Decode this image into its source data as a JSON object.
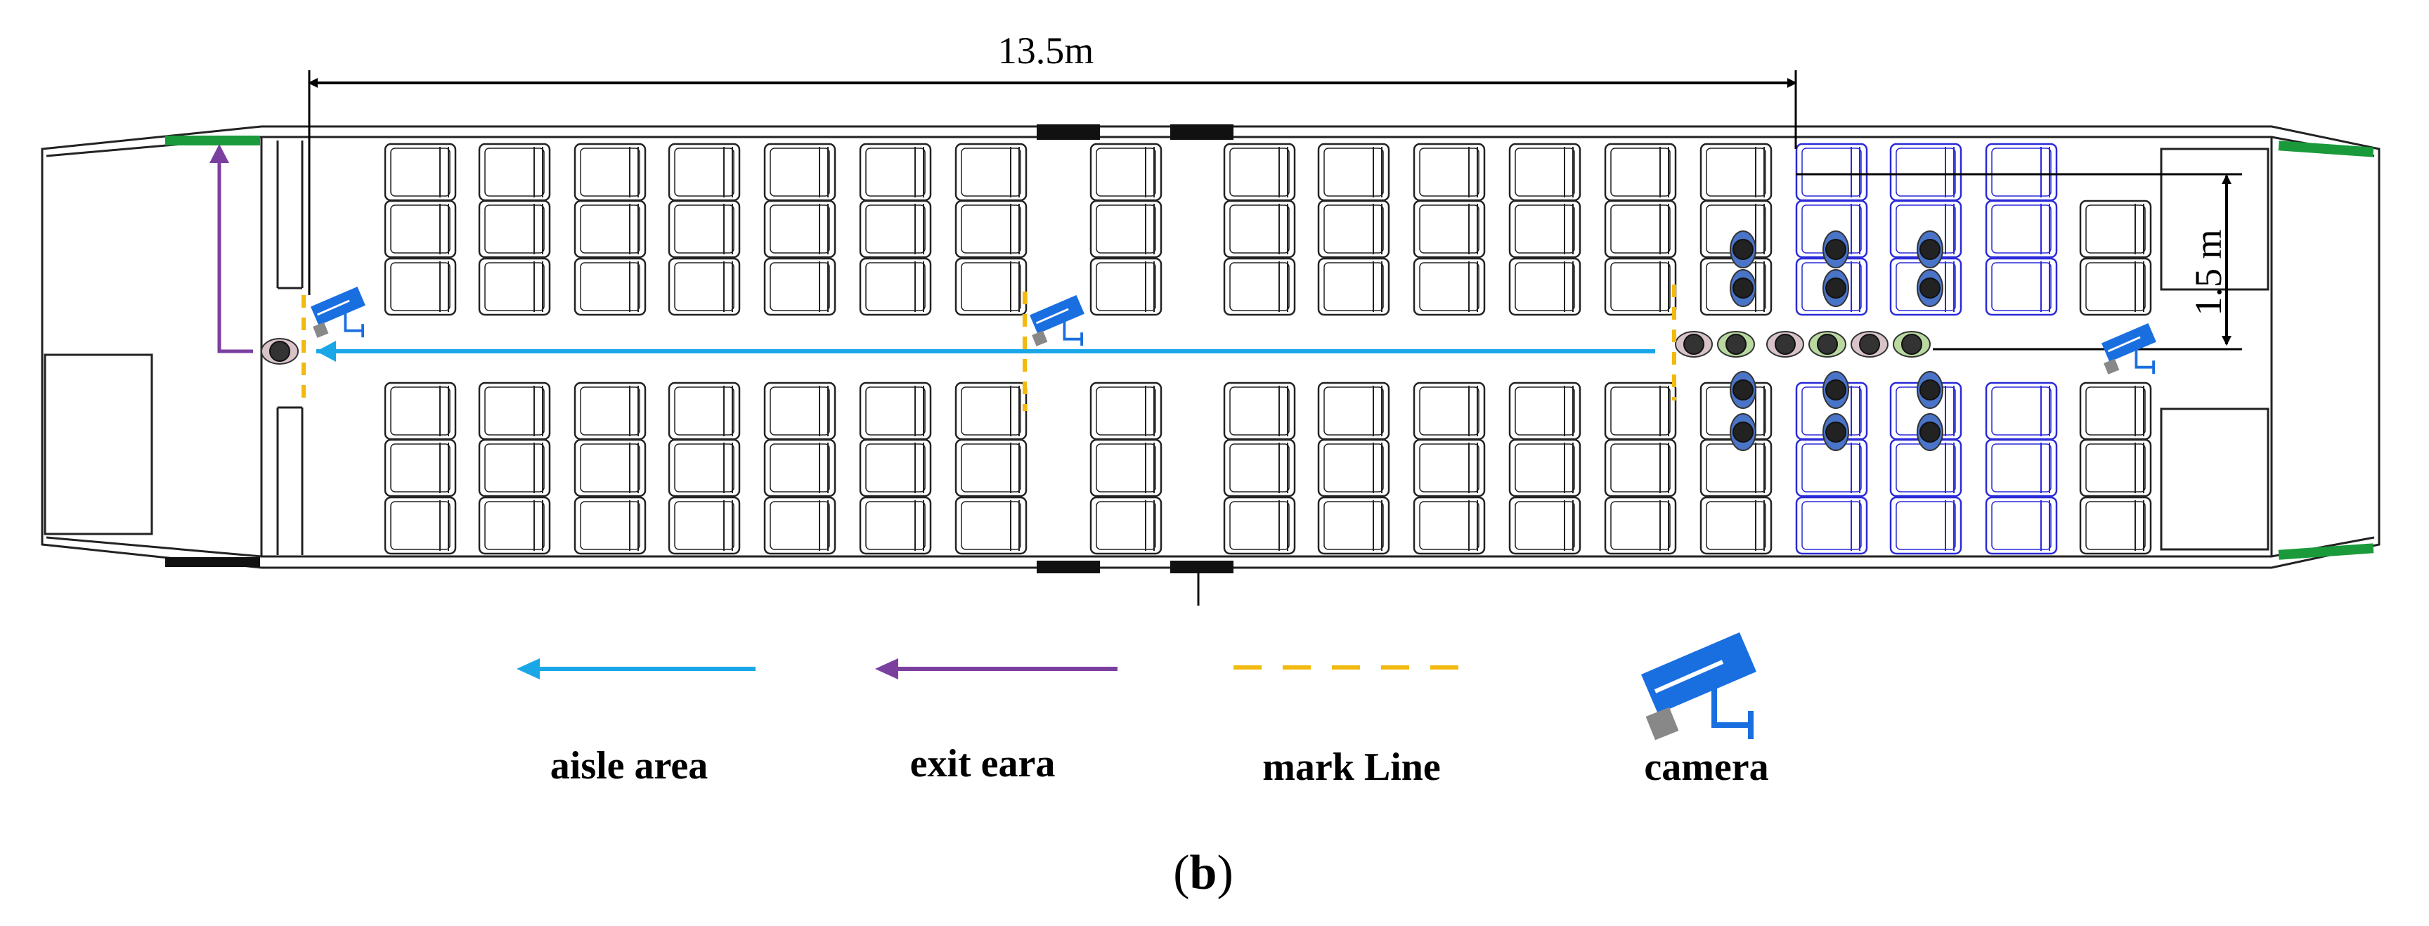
{
  "dimensions": {
    "length_label": "13.5m",
    "width_label": "1.5 m"
  },
  "legend": [
    {
      "key": "aisle",
      "label": "aisle area",
      "color": "#1aa7e8"
    },
    {
      "key": "exit",
      "label": "exit eara",
      "color": "#7b3fa0"
    },
    {
      "key": "mark",
      "label": "mark Line",
      "color": "#f2b90f"
    },
    {
      "key": "camera",
      "label": "camera",
      "color": "#1a6fe0"
    }
  ],
  "caption": {
    "bold_part": "b",
    "text": "(b)"
  },
  "colors": {
    "seat_outline": "#222222",
    "seat_highlight": "#2a2ad8",
    "door_black": "#111111",
    "door_green": "#1a9a3a",
    "passenger_blue": "#4a74c8",
    "passenger_green": "#b9d9a0",
    "passenger_pink": "#d8c4c8"
  }
}
